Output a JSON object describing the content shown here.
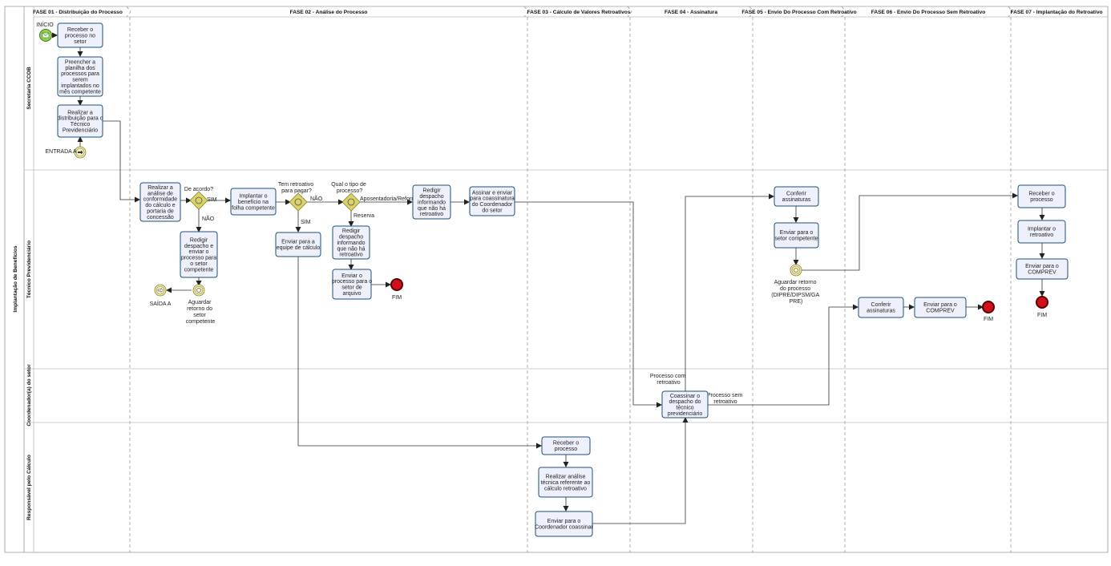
{
  "colors": {
    "task_fill": "#eef1fb",
    "task_stroke": "#1f4f7a",
    "gateway": "#d9d36a",
    "start": "#8fd14f",
    "end": "#d0101b",
    "lane_line": "#bbbbbb"
  },
  "pool": {
    "title": "Implantação de Benefícios"
  },
  "lanes": [
    {
      "id": "secretaria",
      "label": "Secretaria CCOB"
    },
    {
      "id": "tecnico",
      "label": "Técnico Previdenciário"
    },
    {
      "id": "coordenador",
      "label": "Coordenador(a) do setor"
    },
    {
      "id": "responsavel",
      "label": "Responsável pelo Cálculo"
    }
  ],
  "phases": [
    {
      "id": "f1",
      "label": "FASE 01 - Distribuição do Processo"
    },
    {
      "id": "f2",
      "label": "FASE 02 - Análise do Processo"
    },
    {
      "id": "f3",
      "label": "FASE 03 - Cálculo de Valores Retroativos"
    },
    {
      "id": "f4",
      "label": "FASE 04 - Assinatura"
    },
    {
      "id": "f5",
      "label": "FASE 05 - Envio Do Processo Com Retroativo"
    },
    {
      "id": "f6",
      "label": "FASE 06 - Envio Do Processo Sem Retroativo"
    },
    {
      "id": "f7",
      "label": "FASE 07 - Implantação do Retroativo"
    }
  ],
  "tasks": [
    {
      "id": "t1",
      "lines": [
        "Receber o",
        "processo no",
        "setor"
      ]
    },
    {
      "id": "t2",
      "lines": [
        "Preencher a",
        "planilha dos",
        "processos para",
        "serem",
        "implantados no",
        "mês competente"
      ]
    },
    {
      "id": "t3",
      "lines": [
        "Realizar a",
        "distribuição para o",
        "Técnico",
        "Previdenciário"
      ]
    },
    {
      "id": "t4",
      "lines": [
        "Realizar a",
        "análise de",
        "conformidade",
        "do cálculo e",
        "portaria de",
        "concessão"
      ]
    },
    {
      "id": "t5",
      "lines": [
        "Redigir",
        "despacho e",
        "enviar o",
        "processo para",
        "o setor",
        "competente"
      ]
    },
    {
      "id": "t6",
      "lines": [
        "Implantar o",
        "benefício na",
        "folha competente"
      ]
    },
    {
      "id": "t7",
      "lines": [
        "Enviar para a",
        "equipe de cálculo"
      ]
    },
    {
      "id": "t8",
      "lines": [
        "Redigir",
        "despacho",
        "informando",
        "que não há",
        "retroativo"
      ]
    },
    {
      "id": "t9",
      "lines": [
        "Redigir",
        "despacho",
        "informando",
        "que não há",
        "retroativo"
      ]
    },
    {
      "id": "t10",
      "lines": [
        "Enviar o",
        "processo para o",
        "setor de",
        "arquivo"
      ]
    },
    {
      "id": "t11",
      "lines": [
        "Assinar e enviar",
        "para coassinatura",
        "do Coordenador",
        "do setor"
      ]
    },
    {
      "id": "t12",
      "lines": [
        "Receber o",
        "processo"
      ]
    },
    {
      "id": "t13",
      "lines": [
        "Realizar análise",
        "técnica referente ao",
        "cálculo retroativo"
      ]
    },
    {
      "id": "t14",
      "lines": [
        "Enviar para o",
        "Coordenador coassinar"
      ]
    },
    {
      "id": "t15",
      "lines": [
        "Coassinar o",
        "despacho do",
        "técnico",
        "previdenciário"
      ]
    },
    {
      "id": "t16",
      "lines": [
        "Conferir",
        "assinaturas"
      ]
    },
    {
      "id": "t17",
      "lines": [
        "Enviar para o",
        "setor competente"
      ]
    },
    {
      "id": "t18",
      "lines": [
        "Conferir",
        "assinaturas"
      ]
    },
    {
      "id": "t19",
      "lines": [
        "Enviar para o",
        "COMPREV"
      ]
    },
    {
      "id": "t20",
      "lines": [
        "Receber o",
        "processo"
      ]
    },
    {
      "id": "t21",
      "lines": [
        "Implantar o",
        "retroativo"
      ]
    },
    {
      "id": "t22",
      "lines": [
        "Enviar para o",
        "COMPREV"
      ]
    }
  ],
  "gateways": [
    {
      "id": "g1",
      "label": "De acordo?"
    },
    {
      "id": "g2",
      "label_lines": [
        "Tem retroativo",
        "para pagar?"
      ]
    },
    {
      "id": "g3",
      "label_lines": [
        "Qual o tipo de",
        "processo?"
      ]
    }
  ],
  "events": [
    {
      "id": "start",
      "kind": "start",
      "label": "INÍCIO"
    },
    {
      "id": "entradaA",
      "kind": "link-catch",
      "label": "ENTRADA A"
    },
    {
      "id": "saidaA",
      "kind": "link-throw",
      "label": "SAÍDA A"
    },
    {
      "id": "wait1",
      "kind": "intermediate",
      "label_lines": [
        "Aguardar",
        "retorno do",
        "setor",
        "competente"
      ]
    },
    {
      "id": "wait2",
      "kind": "intermediate",
      "label_lines": [
        "Aguardar retorno",
        "do processo",
        "(DIPRE/DIPSM/GA",
        "PRE)"
      ]
    },
    {
      "id": "end1",
      "kind": "end",
      "label": "FIM"
    },
    {
      "id": "end2",
      "kind": "end",
      "label": "FIM"
    },
    {
      "id": "end3",
      "kind": "end",
      "label": "FIM"
    }
  ],
  "flow_labels": {
    "sim1": "SIM",
    "nao1": "NÃO",
    "sim2": "SIM",
    "nao2": "NÃO",
    "aposentadoria": "Aposentadoria/Reforma",
    "reserva": "Reserva",
    "com_retro": [
      "Processo com",
      "retroativo"
    ],
    "sem_retro": [
      "Processo sem",
      "retroativo"
    ]
  }
}
